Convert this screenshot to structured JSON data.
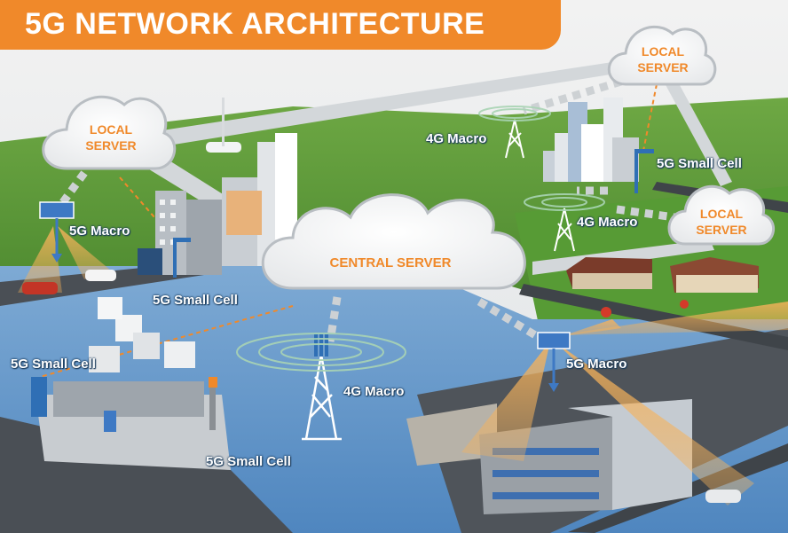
{
  "title": "5G NETWORK ARCHITECTURE",
  "clouds": {
    "central": "CENTRAL SERVER",
    "local_left": [
      "LOCAL",
      "SERVER"
    ],
    "local_top_right": [
      "LOCAL",
      "SERVER"
    ],
    "local_right": [
      "LOCAL",
      "SERVER"
    ]
  },
  "labels": {
    "macro_5g_left": "5G Macro",
    "small_cell_left": "5G Small Cell",
    "small_cell_town": "5G Small Cell",
    "small_cell_bottom": "5G Small Cell",
    "macro_4g_center": "4G Macro",
    "macro_4g_top": "4G Macro",
    "macro_4g_right": "4G Macro",
    "small_cell_right": "5G Small Cell",
    "macro_5g_right": "5G Macro"
  },
  "colors": {
    "accent_orange": "#f0892a",
    "ground_green": "#5f9e3a",
    "water_blue": "#5f95c8",
    "road_gray": "#4a4f55",
    "link_gray": "#cfd3d6"
  }
}
